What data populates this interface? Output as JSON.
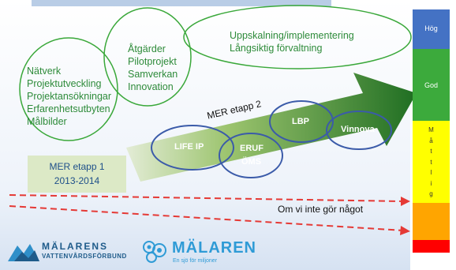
{
  "clusters": {
    "left": [
      "Nätverk",
      "Projektutveckling",
      "Projektansökningar",
      "Erfarenhetsutbyten",
      "Målbilder"
    ],
    "middle": [
      "Åtgärder",
      "Pilotprojekt",
      "Samverkan",
      "Innovation"
    ],
    "right": [
      "Uppskalning/implementering",
      "Långsiktig förvaltning"
    ]
  },
  "stage1": {
    "line1": "MER etapp 1",
    "line2": "2013-2014"
  },
  "arrow_label": "MER etapp 2",
  "projects": {
    "life_ip": "LIFE IP",
    "eruf": "ERUF",
    "oms": "ÖMS",
    "lbp": "LBP",
    "vinnova": "Vinnova"
  },
  "baseline_label": "Om vi inte gör något",
  "scale": {
    "high": "Hög",
    "good": "God",
    "moderate_letters": [
      "M",
      "å",
      "t",
      "t",
      "l",
      "i",
      "g"
    ],
    "colors": {
      "high": "#4472c4",
      "good": "#3caa3c",
      "moderate": "#ffff00",
      "poor": "#ffa500",
      "bad": "#ff0000"
    }
  },
  "logos": {
    "left_line1": "MÄLARENS",
    "left_line2": "VATTENVÅRDSFÖRBUND",
    "right_main": "MÄLAREN",
    "right_sub": "En sjö för miljoner"
  }
}
